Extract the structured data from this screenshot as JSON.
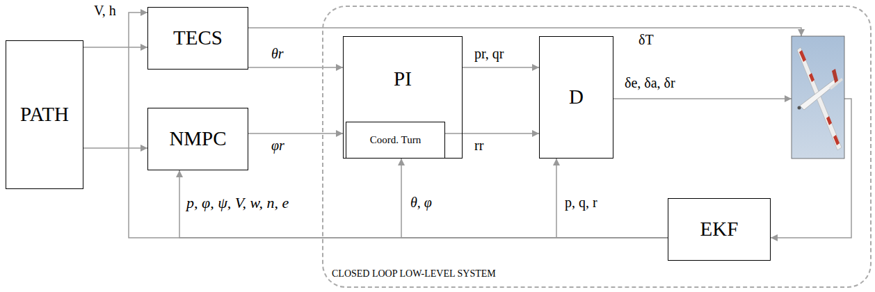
{
  "diagram": {
    "nodes": [
      {
        "text": [
          "PATH"
        ]
      },
      {
        "text": [
          "TECS"
        ]
      },
      {
        "text": [
          "NMPC"
        ]
      },
      {
        "text": [
          "CLOSED LOOP LOW-LEVEL SYSTEM"
        ]
      },
      {
        "text": [
          "PI"
        ],
        "in": 3
      },
      {
        "text": [
          "Coord. Turn"
        ],
        "in": 4
      },
      {
        "text": [
          "D"
        ],
        "in": 3
      },
      {
        "text": [
          "EKF"
        ],
        "in": 3
      }
    ],
    "edges": [
      {
        "from": 0,
        "to": 1,
        "arrow": "to"
      },
      {
        "from": 0,
        "to": 2,
        "arrow": "to"
      },
      {
        "from": 1,
        "to": 4,
        "label": "θr",
        "arrow": "to"
      },
      {
        "from": 2,
        "to": 4,
        "label": "φr",
        "arrow": "to"
      },
      {
        "from": 4,
        "to": 6,
        "label": "pr, qr",
        "arrow": "to"
      },
      {
        "from": 5,
        "to": 6,
        "label": "rr",
        "arrow": "to"
      },
      {
        "from": 7,
        "to": 6,
        "label": "p, q, r",
        "arrow": "to"
      },
      {
        "from": 7,
        "to": 4,
        "label": "θ, φ",
        "arrow": "to"
      },
      {
        "from": 7,
        "to": 2,
        "label": "p, φ, ψ, V, w, n, e",
        "arrow": "to"
      },
      {
        "from": 7,
        "to": 1,
        "label": "V, h",
        "arrow": "to"
      }
    ],
    "labels": [
      "δT",
      "δe, δa, δr"
    ]
  }
}
